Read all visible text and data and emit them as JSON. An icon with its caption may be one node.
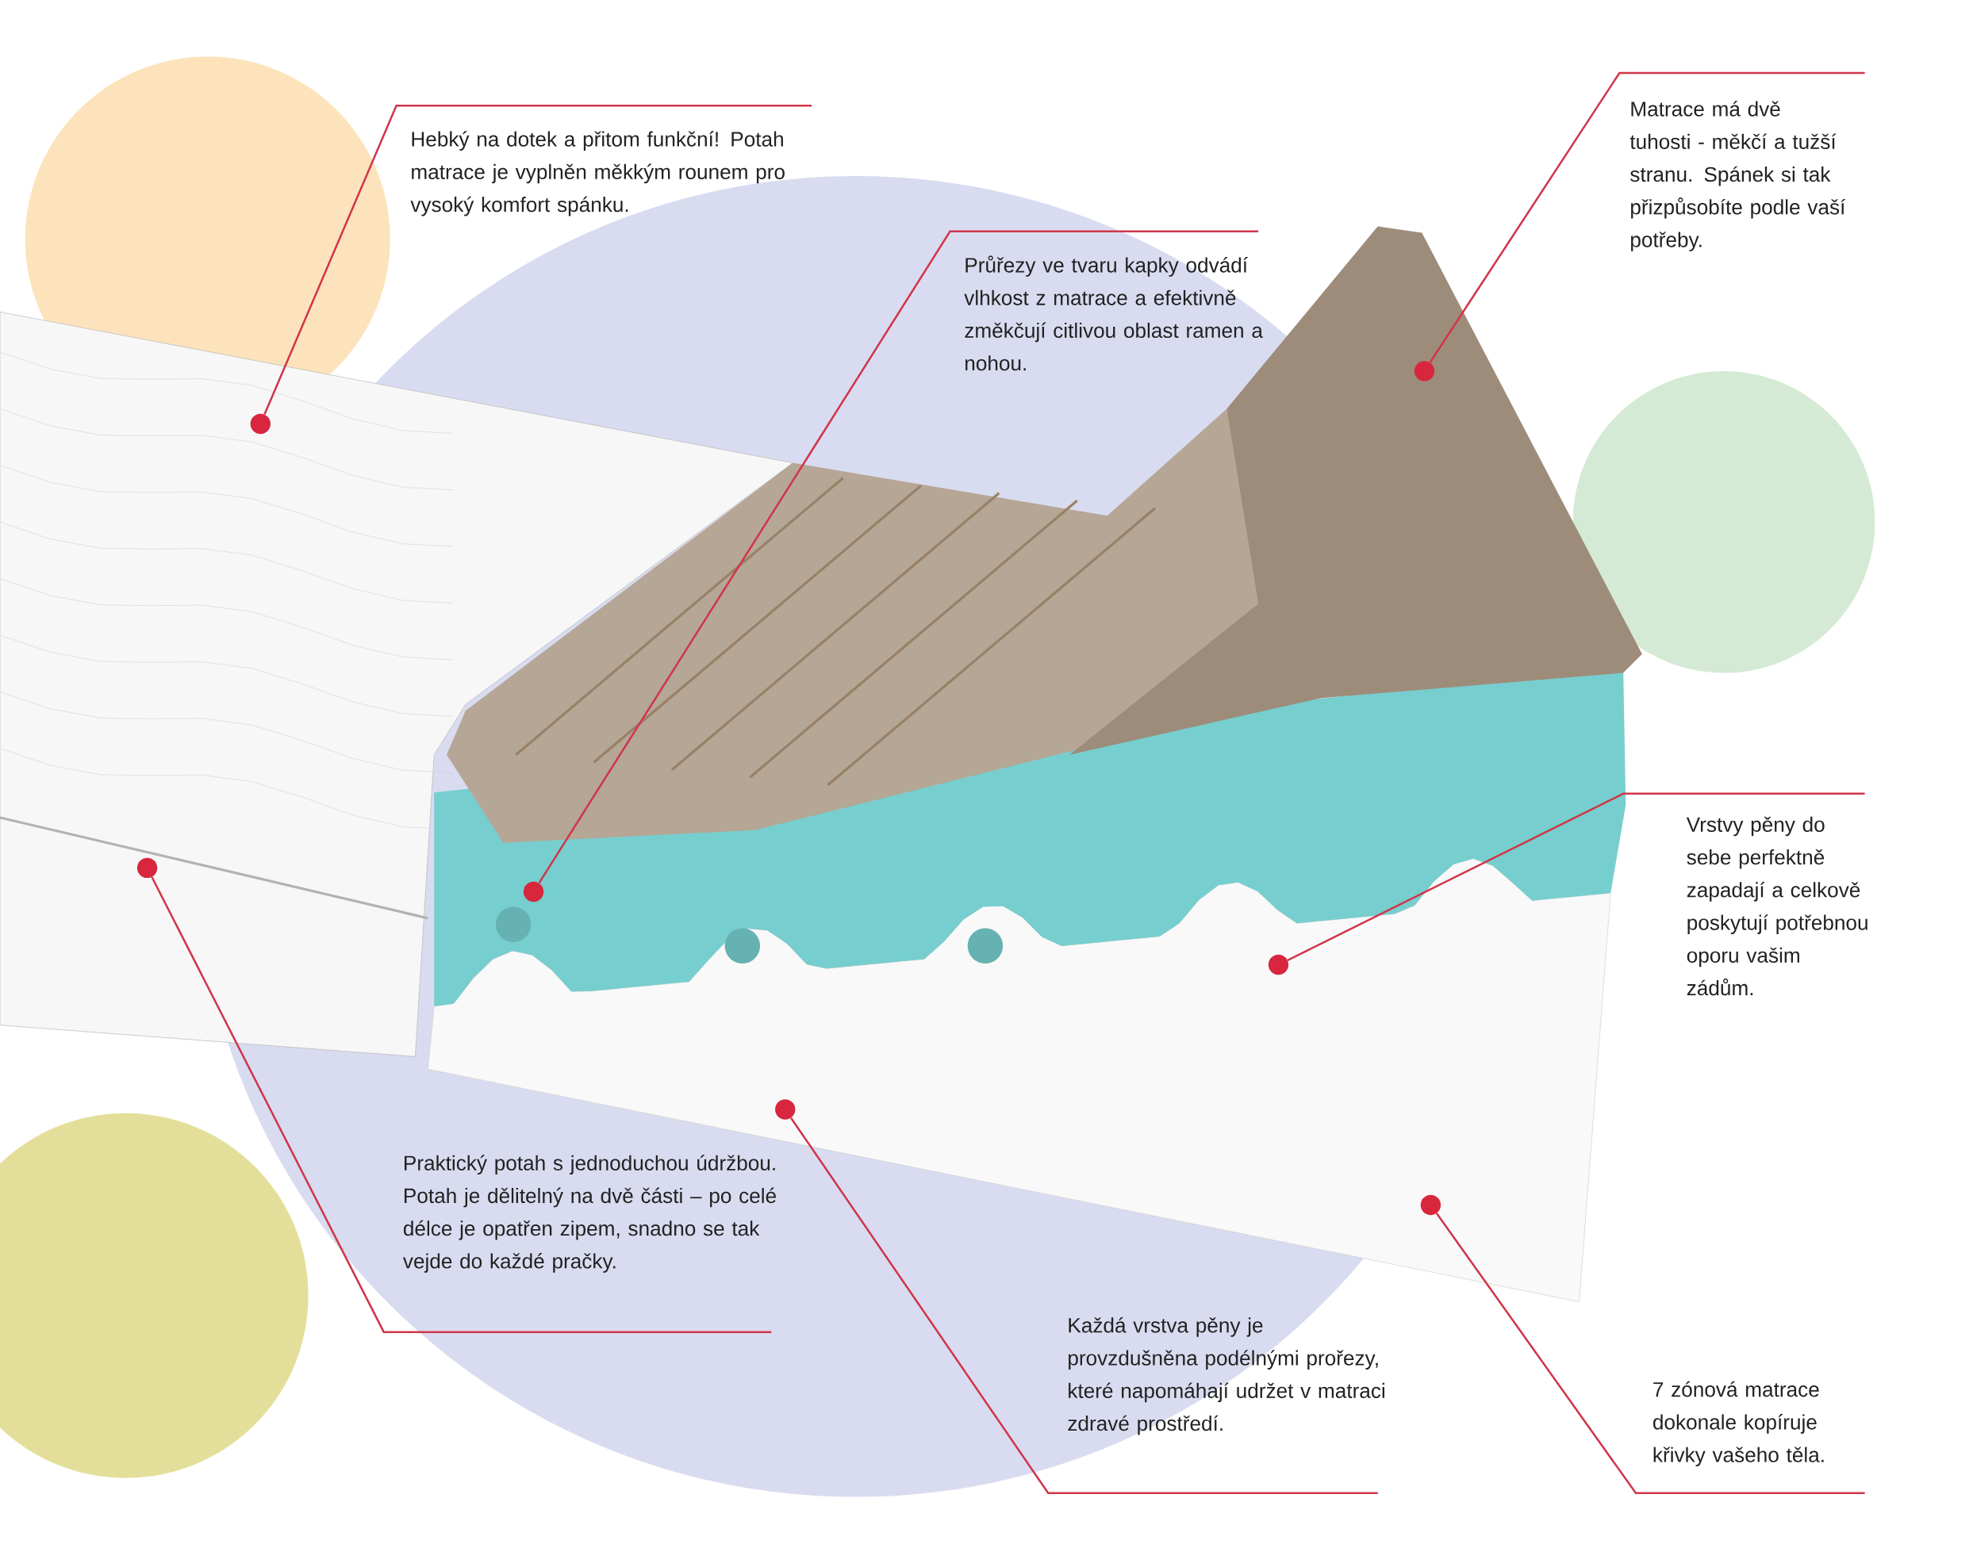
{
  "diagram": {
    "nodes": [
      {
        "text": [
          "Hebký na dotek a přitom funkční! Potah matrace je vyplněn měkkým rounem pro vysoký komfort spánku."
        ]
      },
      {
        "text": [
          "Průřezy ve tvaru kapky odvádí vlhkost z matrace a efektivně změkčují citlivou oblast ramen a nohou."
        ]
      },
      {
        "text": [
          "Matrace má dvě tuhosti - měkčí a tužší stranu. Spánek si tak přizpůsobíte podle vaší potřeby."
        ]
      },
      {
        "text": [
          "Vrstvy pěny do sebe perfektně zapadají a celkově poskytují potřebnou oporu vašim zádům."
        ]
      },
      {
        "text": [
          "Praktický potah s jednoduchou údržbou. Potah je dělitelný na dvě části – po celé délce je opatřen zipem, snadno se tak vejde do každé pračky."
        ]
      },
      {
        "text": [
          "Každá vrstva pěny je provzdušněna podélnými prořezy, které napomáhají udržet v matraci zdravé prostředí."
        ]
      },
      {
        "text": [
          "7 zónová matrace dokonale kopíruje křivky vašeho těla."
        ]
      },
      {
        "text": [],
        "shape": "circle"
      },
      {
        "text": [],
        "shape": "circle"
      },
      {
        "text": [],
        "shape": "circle"
      },
      {
        "text": [],
        "shape": "circle"
      },
      {
        "text": [],
        "shape": "circle"
      },
      {
        "text": [],
        "shape": "circle"
      },
      {
        "text": [],
        "shape": "circle"
      }
    ],
    "edges": [
      {
        "from": 0,
        "to": 7,
        "arrow": "none"
      },
      {
        "from": 1,
        "to": 8,
        "arrow": "none"
      },
      {
        "from": 2,
        "to": 9,
        "arrow": "none"
      },
      {
        "from": 3,
        "to": 10,
        "arrow": "none"
      },
      {
        "from": 4,
        "to": 11,
        "arrow": "none"
      },
      {
        "from": 5,
        "to": 12,
        "arrow": "none"
      },
      {
        "from": 6,
        "to": 13,
        "arrow": "none"
      }
    ]
  }
}
